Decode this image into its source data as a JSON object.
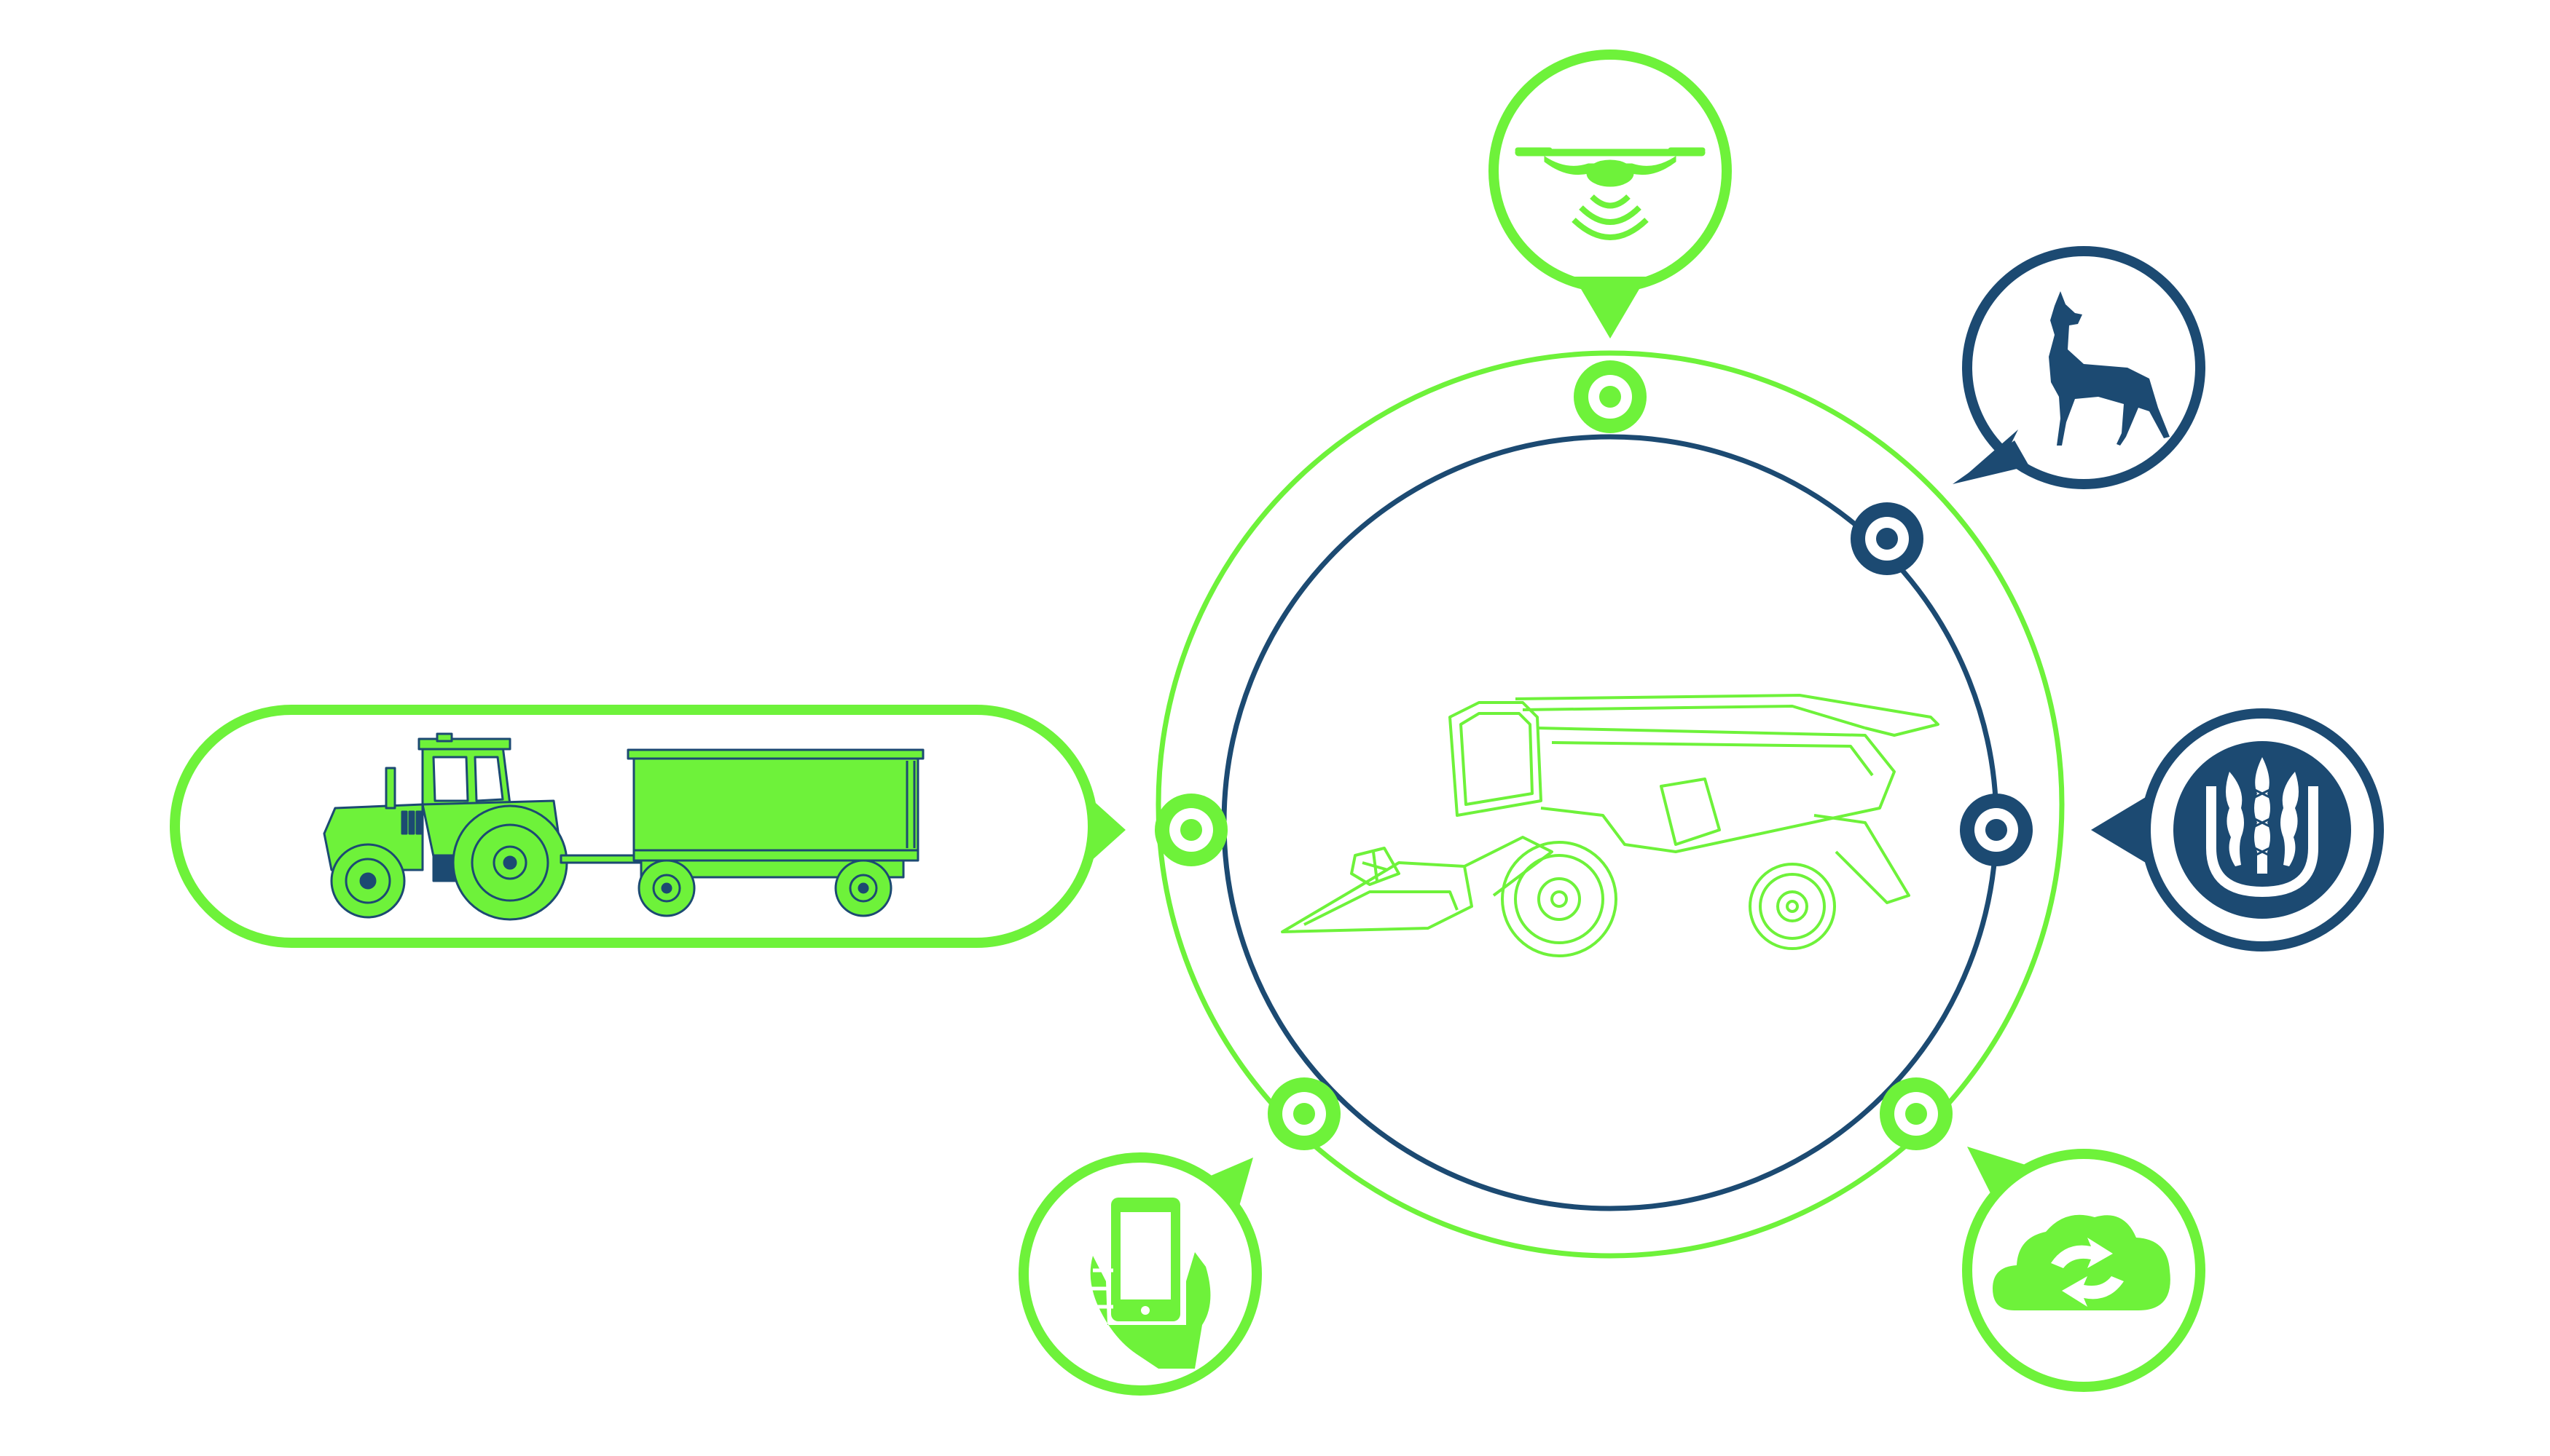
{
  "colors": {
    "green": "#6ef23a",
    "navy": "#1c4a72",
    "white": "#ffffff",
    "dark_outline": "#1c4a72"
  },
  "center": {
    "icon": "combine-harvester-icon"
  },
  "nodes": [
    {
      "id": "drone",
      "icon": "drone-icon",
      "color": "green"
    },
    {
      "id": "wildlife",
      "icon": "deer-icon",
      "color": "navy"
    },
    {
      "id": "grain",
      "icon": "wheat-icon",
      "color": "navy"
    },
    {
      "id": "cloud-sync",
      "icon": "cloud-sync-icon",
      "color": "green"
    },
    {
      "id": "mobile",
      "icon": "smartphone-hand-icon",
      "color": "green"
    },
    {
      "id": "transport",
      "icon": "tractor-trailer-icon",
      "color": "green"
    }
  ]
}
